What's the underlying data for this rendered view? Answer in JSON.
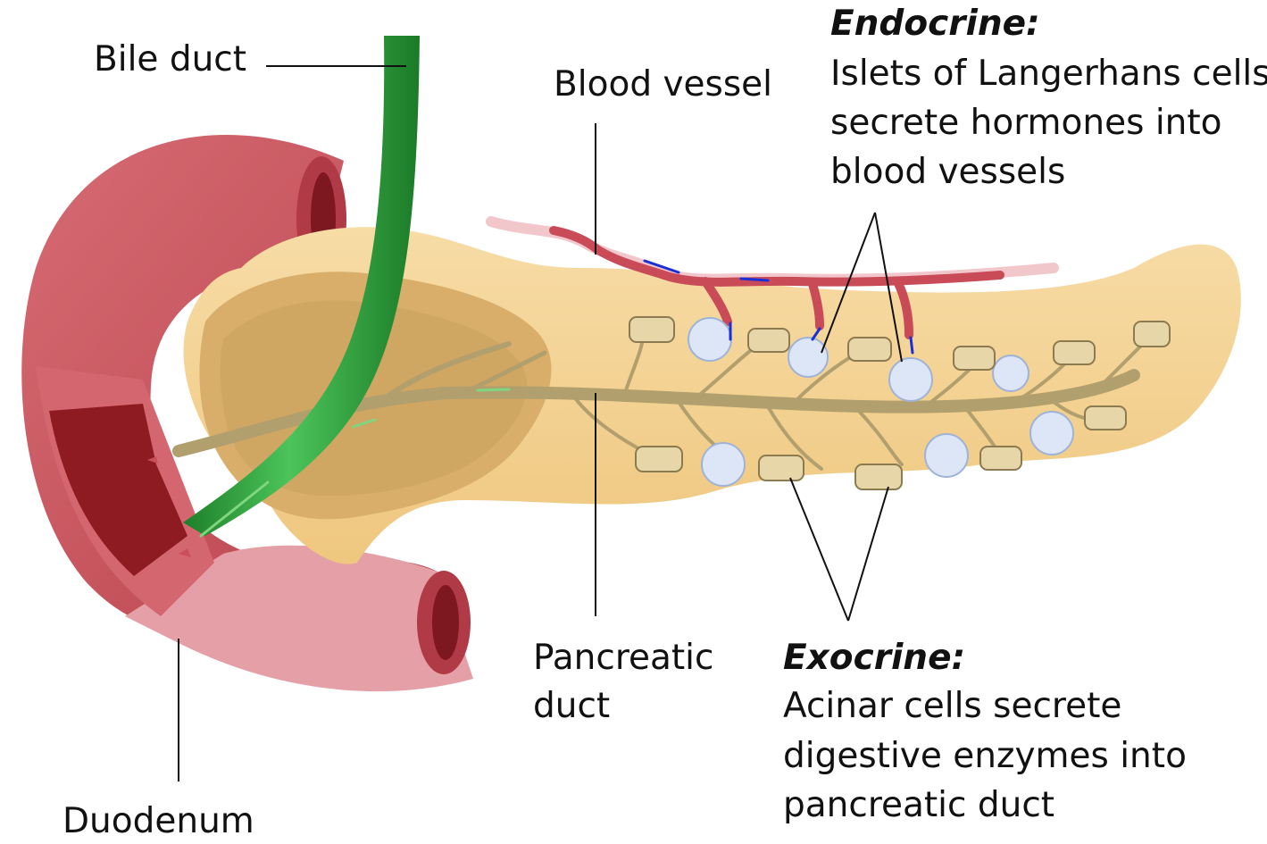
{
  "labels": {
    "bile_duct": "Bile duct",
    "blood_vessel": "Blood vessel",
    "pancreatic_duct": [
      "Pancreatic",
      "duct"
    ],
    "duodenum": "Duodenum",
    "endocrine": {
      "heading": "Endocrine:",
      "lines": [
        "Islets of Langerhans cells",
        "secrete hormones into",
        "blood vessels"
      ]
    },
    "exocrine": {
      "heading": "Exocrine:",
      "lines": [
        "Acinar cells secrete",
        "digestive enzymes into",
        "pancreatic duct"
      ]
    }
  },
  "colors": {
    "pancreas": "#f3cf8e",
    "pancreas_shadow": "#d9ae6a",
    "duodenum": "#c9505a",
    "duodenum_light": "#e4a0a6",
    "duodenum_inner": "#8e1b22",
    "bile_duct": "#2aa63a",
    "pancreatic_duct": "#b29f6e",
    "blood_vessel": "#c94b57",
    "islet": "#dce6f7",
    "acinar": "#e7d7a8",
    "flow_arrow_green": "#7fd67f",
    "flow_arrow_blue": "#1a2fd6"
  }
}
